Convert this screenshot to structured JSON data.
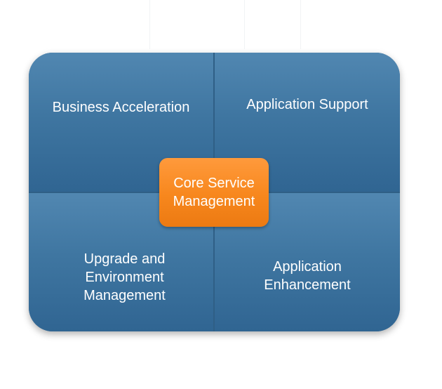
{
  "diagram": {
    "quadrants": {
      "top_left": {
        "label": "Business Acceleration"
      },
      "top_right": {
        "label": "Application Support"
      },
      "bottom_left": {
        "lines": [
          "Upgrade and",
          "Environment",
          "Management"
        ]
      },
      "bottom_right": {
        "lines": [
          "Application",
          "Enhancement"
        ]
      }
    },
    "center": {
      "lines": [
        "Core Service",
        "Management"
      ]
    },
    "colors": {
      "quadrant_blue": "#3f76a1",
      "center_orange": "#f7871d",
      "text": "#ffffff"
    }
  }
}
